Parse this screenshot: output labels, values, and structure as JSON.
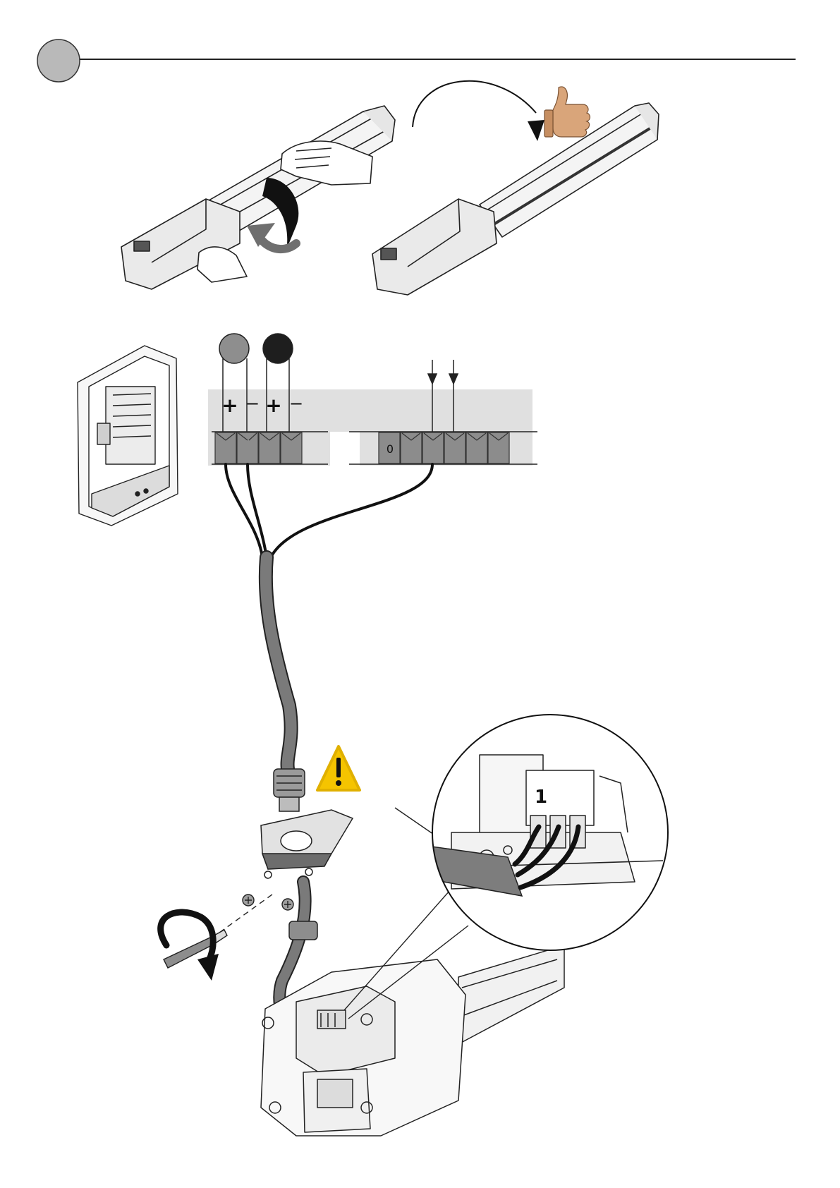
{
  "terminals": {
    "plus_1": "+",
    "minus_1": "−",
    "plus_2": "+",
    "minus_2": "−",
    "zero": "0"
  },
  "detail": {
    "terminal_number": "1"
  },
  "icons": {
    "step_marker": "grey-circle",
    "approval": "thumbs-up-icon",
    "warning": "warning-triangle-icon",
    "rotate": "rotation-arrow-icon",
    "motor_phase_a": "grey-dot-icon",
    "motor_phase_b": "black-dot-icon"
  },
  "colors": {
    "terminal_fill": "#8c8c8c",
    "panel_bg": "#e0e0e0",
    "cable": "#7a7a7a",
    "warning": "#f5c400",
    "skin": "#d9a57a",
    "phase_a": "#8e8e8e",
    "phase_b": "#1e1e1e"
  }
}
